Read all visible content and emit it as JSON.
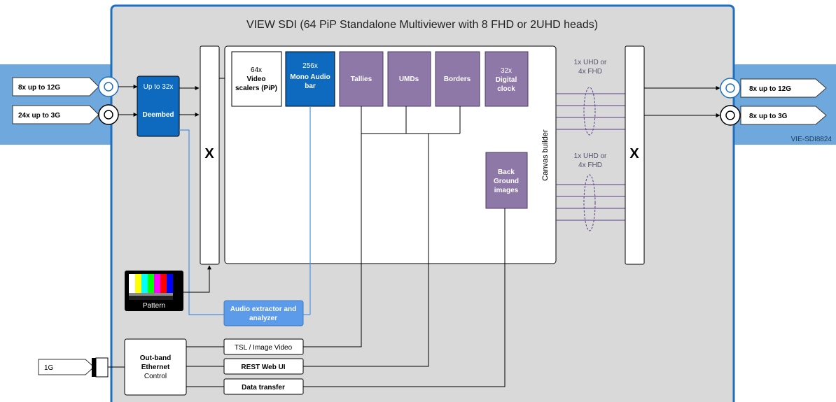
{
  "title": "VIEW SDI (64 PiP Standalone Multiviewer with 8 FHD or 2UHD heads)",
  "model": "VIE-SDI8824",
  "inputs": {
    "in1": "8x up to 12G",
    "in2": "24x up to 3G",
    "in_eth": "1G"
  },
  "outputs": {
    "out1": "8x up to 12G",
    "out2": "8x up to 3G"
  },
  "deembed": {
    "line1": "Up to 32x",
    "line2": "Deembed"
  },
  "router_label": "X",
  "scalers": {
    "line1": "64x",
    "line2": "Video",
    "line3": "scalers (PiP)"
  },
  "audio_bar": {
    "line1": "256x",
    "line2": "Mono Audio",
    "line3": "bar"
  },
  "tallies": "Tallies",
  "umds": "UMDs",
  "borders": "Borders",
  "clock": {
    "line1": "32x",
    "line2": "Digital",
    "line3": "clock"
  },
  "background": {
    "line1": "Back",
    "line2": "Ground",
    "line3": "images"
  },
  "canvas_builder": "Canvas builder",
  "heads": {
    "line1": "1x UHD or",
    "line2": "4x FHD"
  },
  "pattern": "Pattern",
  "audio_extractor": {
    "line1": "Audio extractor and",
    "line2": "analyzer"
  },
  "ethernet": {
    "line1": "Out-band",
    "line2": "Ethernet",
    "line3": "Control"
  },
  "services": {
    "tsl": "TSL / Image Video",
    "rest": "REST Web UI",
    "data": "Data transfer"
  },
  "colors": {
    "frame_border": "#1f6fc0",
    "panel": "#d9d9d9",
    "side_panel": "#6fa8dc",
    "blue_block": "#0d6abf",
    "light_blue_block": "#5b9bea",
    "purple": "#8e78a8",
    "purple_line": "#5b3f86"
  }
}
